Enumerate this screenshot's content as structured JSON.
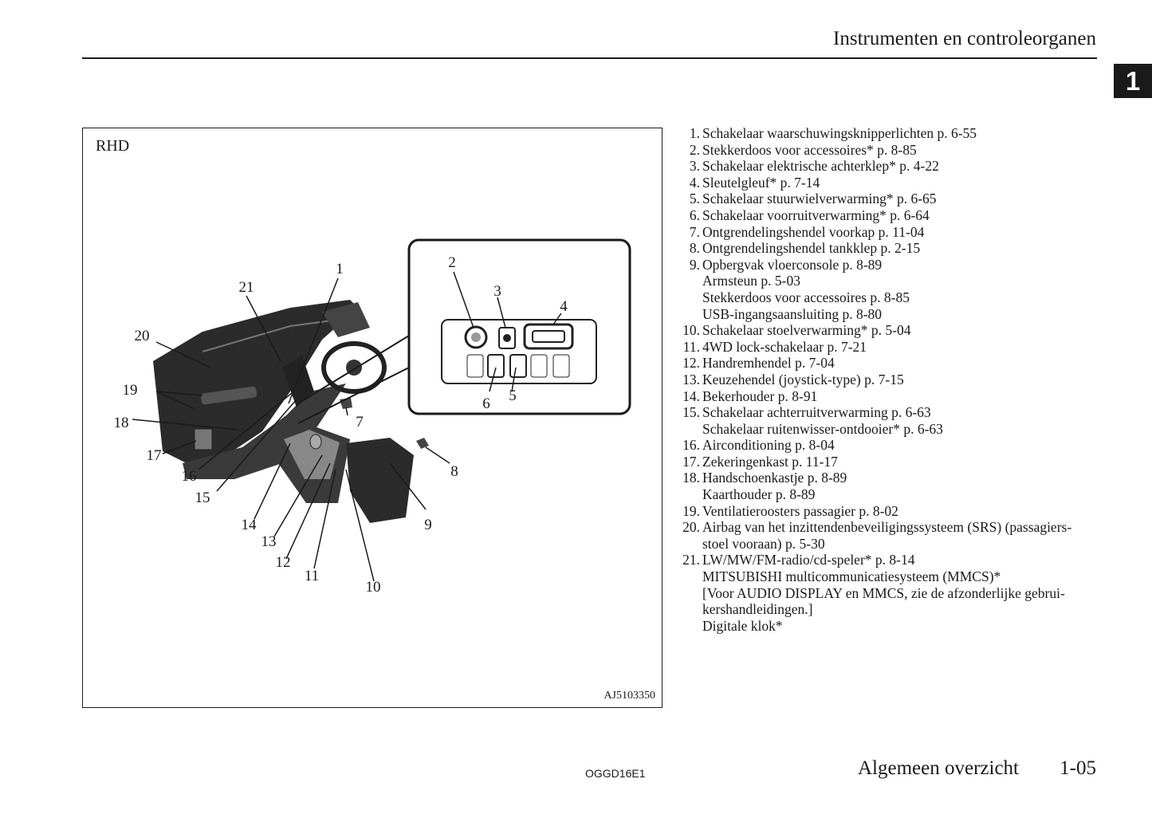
{
  "header": {
    "title": "Instrumenten en controleorganen",
    "chapter_tab": "1"
  },
  "figure": {
    "variant_label": "RHD",
    "image_code": "AJ5103350",
    "callouts": [
      "1",
      "2",
      "3",
      "4",
      "5",
      "6",
      "7",
      "8",
      "9",
      "10",
      "11",
      "12",
      "13",
      "14",
      "15",
      "16",
      "17",
      "18",
      "19",
      "20",
      "21"
    ]
  },
  "legend": [
    {
      "num": "1.",
      "lines": [
        "Schakelaar waarschuwingsknipperlichten p. 6-55"
      ]
    },
    {
      "num": "2.",
      "lines": [
        "Stekkerdoos voor accessoires* p. 8-85"
      ]
    },
    {
      "num": "3.",
      "lines": [
        "Schakelaar elektrische achterklep* p. 4-22"
      ]
    },
    {
      "num": "4.",
      "lines": [
        "Sleutelgleuf* p. 7-14"
      ]
    },
    {
      "num": "5.",
      "lines": [
        "Schakelaar stuurwielverwarming* p. 6-65"
      ]
    },
    {
      "num": "6.",
      "lines": [
        "Schakelaar voorruitverwarming* p. 6-64"
      ]
    },
    {
      "num": "7.",
      "lines": [
        "Ontgrendelingshendel voorkap p. 11-04"
      ]
    },
    {
      "num": "8.",
      "lines": [
        "Ontgrendelingshendel tankklep p. 2-15"
      ]
    },
    {
      "num": "9.",
      "lines": [
        "Opbergvak vloerconsole p. 8-89",
        "Armsteun p. 5-03",
        "Stekkerdoos voor accessoires p. 8-85",
        "USB-ingangsaansluiting p. 8-80"
      ]
    },
    {
      "num": "10.",
      "lines": [
        "Schakelaar stoelverwarming* p. 5-04"
      ]
    },
    {
      "num": "11.",
      "lines": [
        "4WD lock-schakelaar p. 7-21"
      ]
    },
    {
      "num": "12.",
      "lines": [
        "Handremhendel p. 7-04"
      ]
    },
    {
      "num": "13.",
      "lines": [
        "Keuzehendel (joystick-type) p. 7-15"
      ]
    },
    {
      "num": "14.",
      "lines": [
        "Bekerhouder p. 8-91"
      ]
    },
    {
      "num": "15.",
      "lines": [
        "Schakelaar achterruitverwarming p. 6-63",
        "Schakelaar ruitenwisser-ontdooier* p. 6-63"
      ]
    },
    {
      "num": "16.",
      "lines": [
        "Airconditioning p. 8-04"
      ]
    },
    {
      "num": "17.",
      "lines": [
        "Zekeringenkast p. 11-17"
      ]
    },
    {
      "num": "18.",
      "lines": [
        "Handschoenkastje p. 8-89",
        "Kaarthouder p. 8-89"
      ]
    },
    {
      "num": "19.",
      "lines": [
        "Ventilatieroosters passagier p. 8-02"
      ]
    },
    {
      "num": "20.",
      "lines": [
        "Airbag van het inzittendenbeveiligingssysteem (SRS) (passagiers-",
        "stoel vooraan) p. 5-30"
      ]
    },
    {
      "num": "21.",
      "lines": [
        "LW/MW/FM-radio/cd-speler* p. 8-14",
        "MITSUBISHI multicommunicatiesysteem (MMCS)*",
        "[Voor AUDIO DISPLAY en MMCS, zie de afzonderlijke gebrui-",
        "kershandleidingen.]",
        "Digitale klok*"
      ]
    }
  ],
  "footer": {
    "doc_code": "OGGD16E1",
    "section_title": "Algemeen overzicht",
    "page": "1-05"
  }
}
